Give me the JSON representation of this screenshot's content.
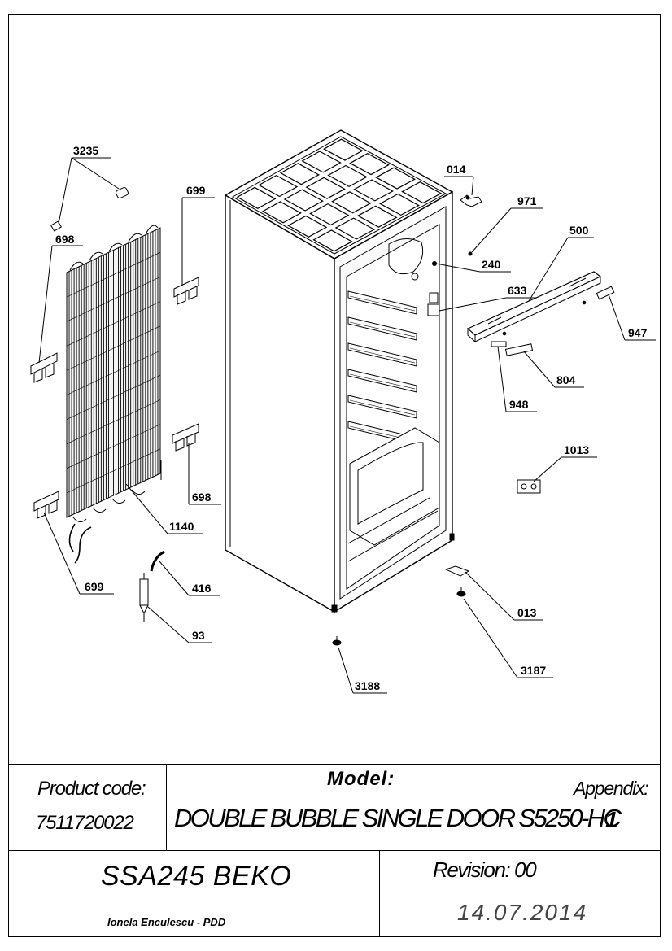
{
  "callouts": [
    {
      "id": "c3235",
      "text": "3235"
    },
    {
      "id": "c698a",
      "text": "698"
    },
    {
      "id": "c699a",
      "text": "699"
    },
    {
      "id": "c698b",
      "text": "698"
    },
    {
      "id": "c1140",
      "text": "1140"
    },
    {
      "id": "c699b",
      "text": "699"
    },
    {
      "id": "c416",
      "text": "416"
    },
    {
      "id": "c93",
      "text": "93"
    },
    {
      "id": "c014",
      "text": "014"
    },
    {
      "id": "c971",
      "text": "971"
    },
    {
      "id": "c500",
      "text": "500"
    },
    {
      "id": "c240",
      "text": "240"
    },
    {
      "id": "c633",
      "text": "633"
    },
    {
      "id": "c947",
      "text": "947"
    },
    {
      "id": "c804",
      "text": "804"
    },
    {
      "id": "c948",
      "text": "948"
    },
    {
      "id": "c1013",
      "text": "1013"
    },
    {
      "id": "c013",
      "text": "013"
    },
    {
      "id": "c3187",
      "text": "3187"
    },
    {
      "id": "c3188",
      "text": "3188"
    }
  ],
  "title_block": {
    "product_code_label": "Product code:",
    "product_code": "7511720022",
    "model_label": "Model:",
    "model_name": "DOUBLE BUBBLE SINGLE DOOR S5250-HC",
    "appendix_label": "Appendix:",
    "appendix_value": "1",
    "brand_model": "SSA245 BEKO",
    "revision": "Revision: 00",
    "author": "Ionela Enculescu - PDD",
    "date": "14.07.2014"
  }
}
